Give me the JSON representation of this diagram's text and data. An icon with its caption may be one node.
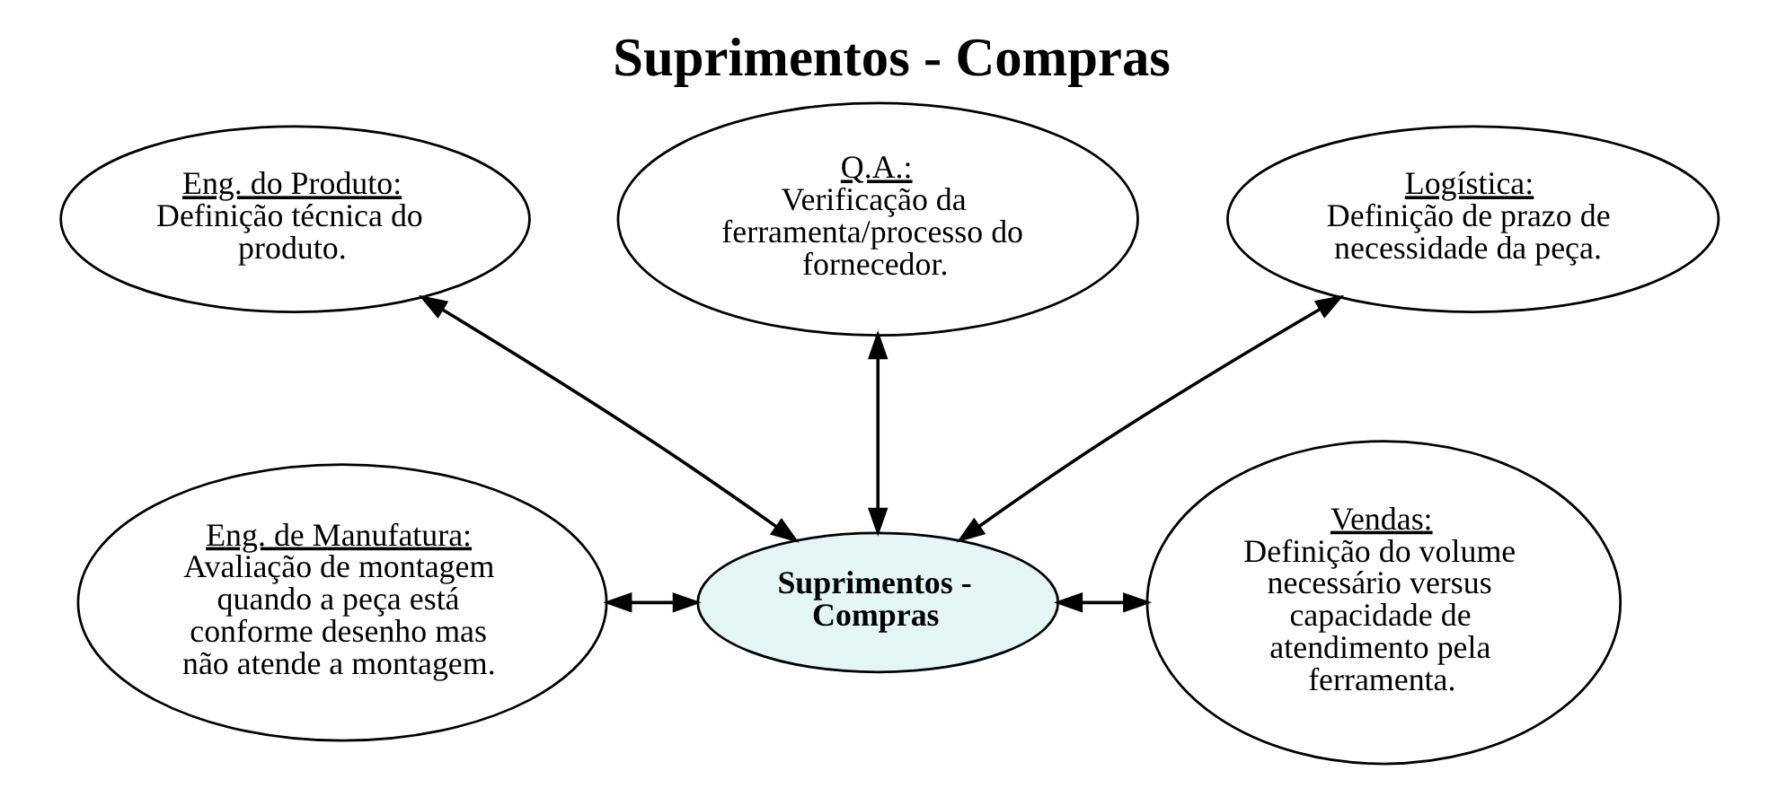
{
  "diagram": {
    "title": "Suprimentos - Compras",
    "nodes": [
      {
        "text": [
          "Eng. do Produto:",
          "Definição técnica do produto."
        ]
      },
      {
        "text": [
          "Q.A.:",
          "Verificação da ferramenta/processo do fornecedor."
        ]
      },
      {
        "text": [
          "Logística:",
          "Definição de prazo de necessidade da peça."
        ]
      },
      {
        "text": [
          "Eng. de Manufatura:",
          "Avaliação de montagem quando a peça está conforme desenho mas não atende a montagem."
        ]
      },
      {
        "text": [
          "Suprimentos - Compras"
        ]
      },
      {
        "text": [
          "Vendas:",
          "Definição do volume necessário versus capacidade de atendimento pela ferramenta."
        ]
      }
    ],
    "edges": [
      {
        "from": 0,
        "to": 4,
        "arrow": "both"
      },
      {
        "from": 1,
        "to": 4,
        "arrow": "both"
      },
      {
        "from": 2,
        "to": 4,
        "arrow": "both"
      },
      {
        "from": 3,
        "to": 4,
        "arrow": "both"
      },
      {
        "from": 4,
        "to": 5,
        "arrow": "both"
      }
    ]
  }
}
